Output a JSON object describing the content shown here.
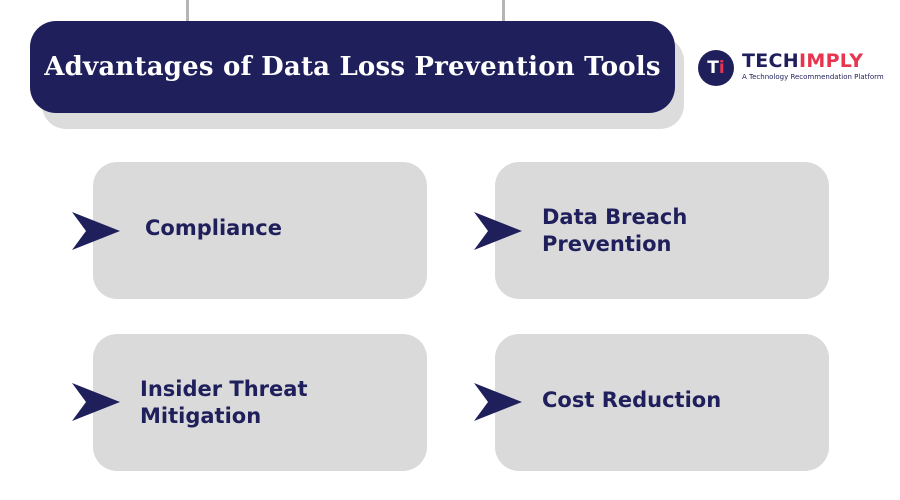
{
  "title": "Advantages of Data Loss Prevention Tools",
  "logo": {
    "badge_left": "T",
    "badge_right": "i",
    "word_part1": "TECH",
    "word_part2": "IMPLY",
    "tagline": "A Technology Recommendation Platform"
  },
  "cards": [
    {
      "label": "Compliance"
    },
    {
      "label": "Data Breach\nPrevention"
    },
    {
      "label": "Insider Threat\nMitigation"
    },
    {
      "label": "Cost Reduction"
    }
  ],
  "colors": {
    "navy": "#1f1f5c",
    "accent_red": "#e8344e",
    "card_gray": "#dadada",
    "connector_gray": "#b5b5b5"
  }
}
